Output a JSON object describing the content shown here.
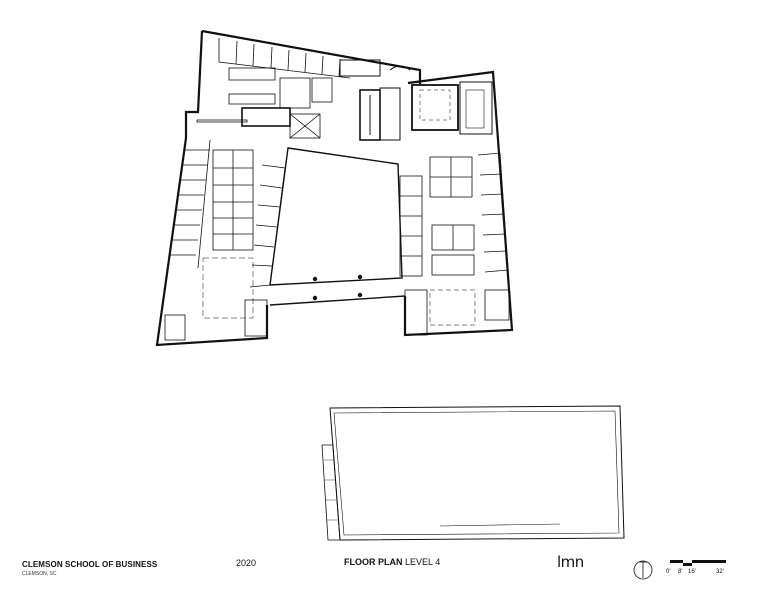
{
  "title_block": {
    "project": "CLEMSON SCHOOL OF BUSINESS",
    "location": "CLEMSON, SC",
    "year": "2020",
    "plan_label_bold": "FLOOR PLAN",
    "plan_label_light": "LEVEL 4",
    "firm_logo": "lmn"
  },
  "scale_bar": {
    "ticks": [
      "0'",
      "8'",
      "16'",
      "32'"
    ]
  },
  "icons": [
    "north-arrow-icon",
    "scale-bar-icon"
  ]
}
